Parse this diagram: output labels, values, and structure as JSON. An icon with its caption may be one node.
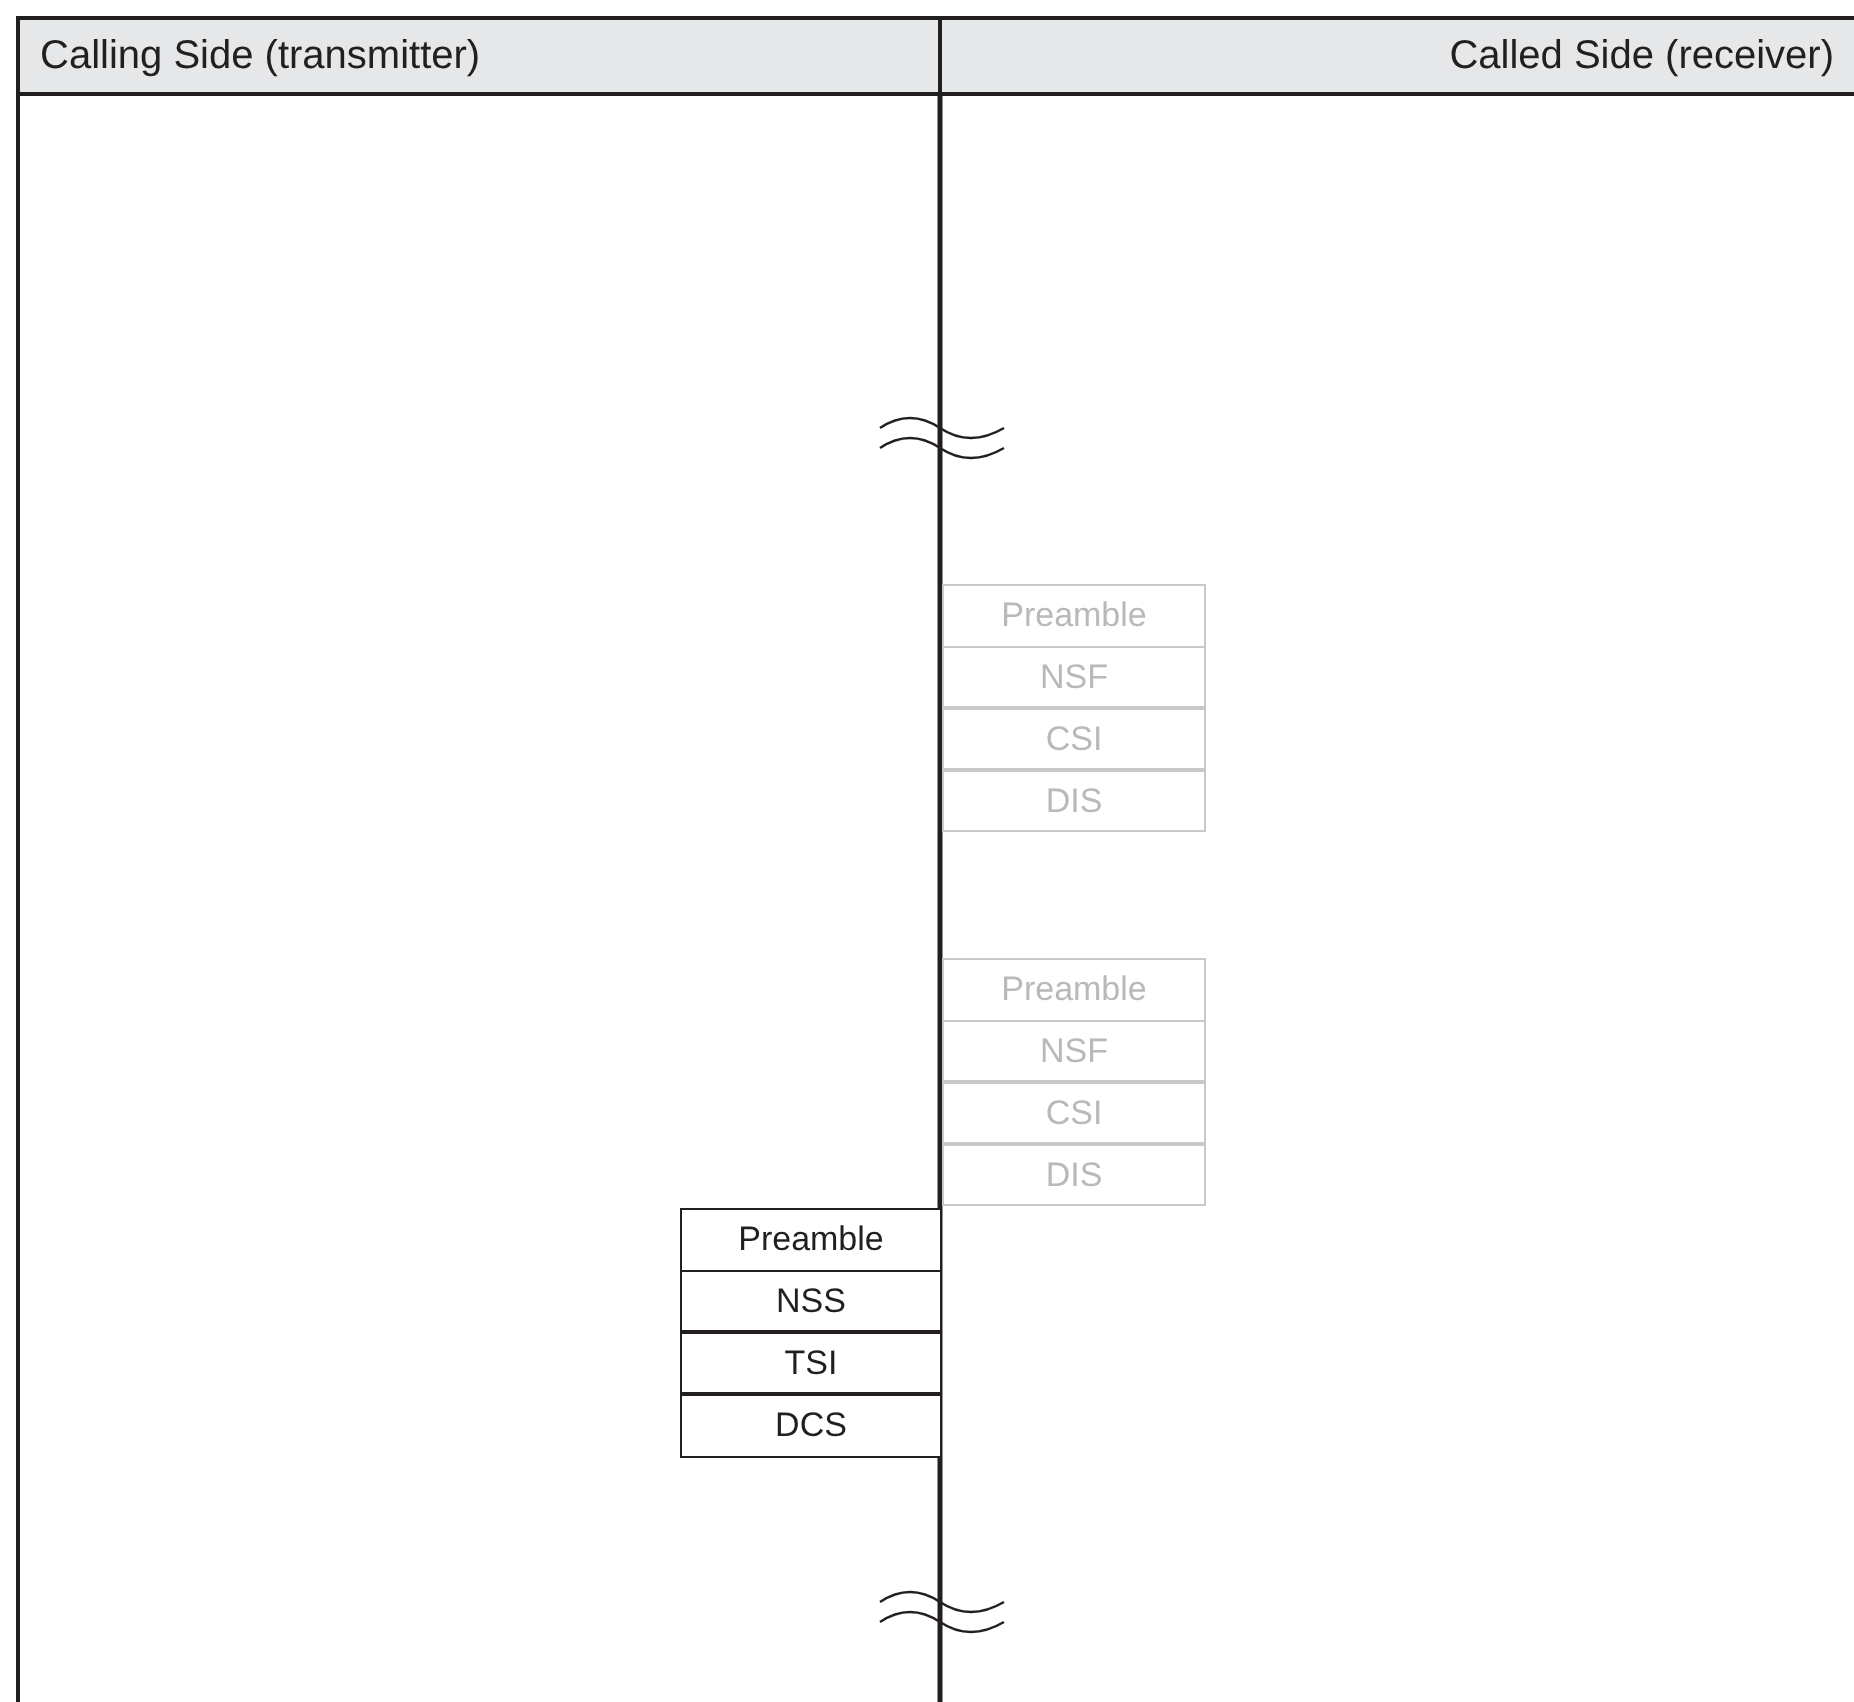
{
  "diagram": {
    "nodes": [
      {
        "text": [
          "Calling Side (transmitter)"
        ]
      },
      {
        "text": [
          "Called Side (receiver)"
        ]
      },
      {
        "text": [
          "Preamble"
        ]
      },
      {
        "text": [
          "NSF"
        ]
      },
      {
        "text": [
          "CSI"
        ]
      },
      {
        "text": [
          "DIS"
        ]
      },
      {
        "text": [
          "Preamble"
        ]
      },
      {
        "text": [
          "NSF"
        ]
      },
      {
        "text": [
          "CSI"
        ]
      },
      {
        "text": [
          "DIS"
        ]
      },
      {
        "text": [
          "Preamble"
        ]
      },
      {
        "text": [
          "NSS"
        ]
      },
      {
        "text": [
          "TSI"
        ]
      },
      {
        "text": [
          "DCS"
        ]
      }
    ]
  }
}
